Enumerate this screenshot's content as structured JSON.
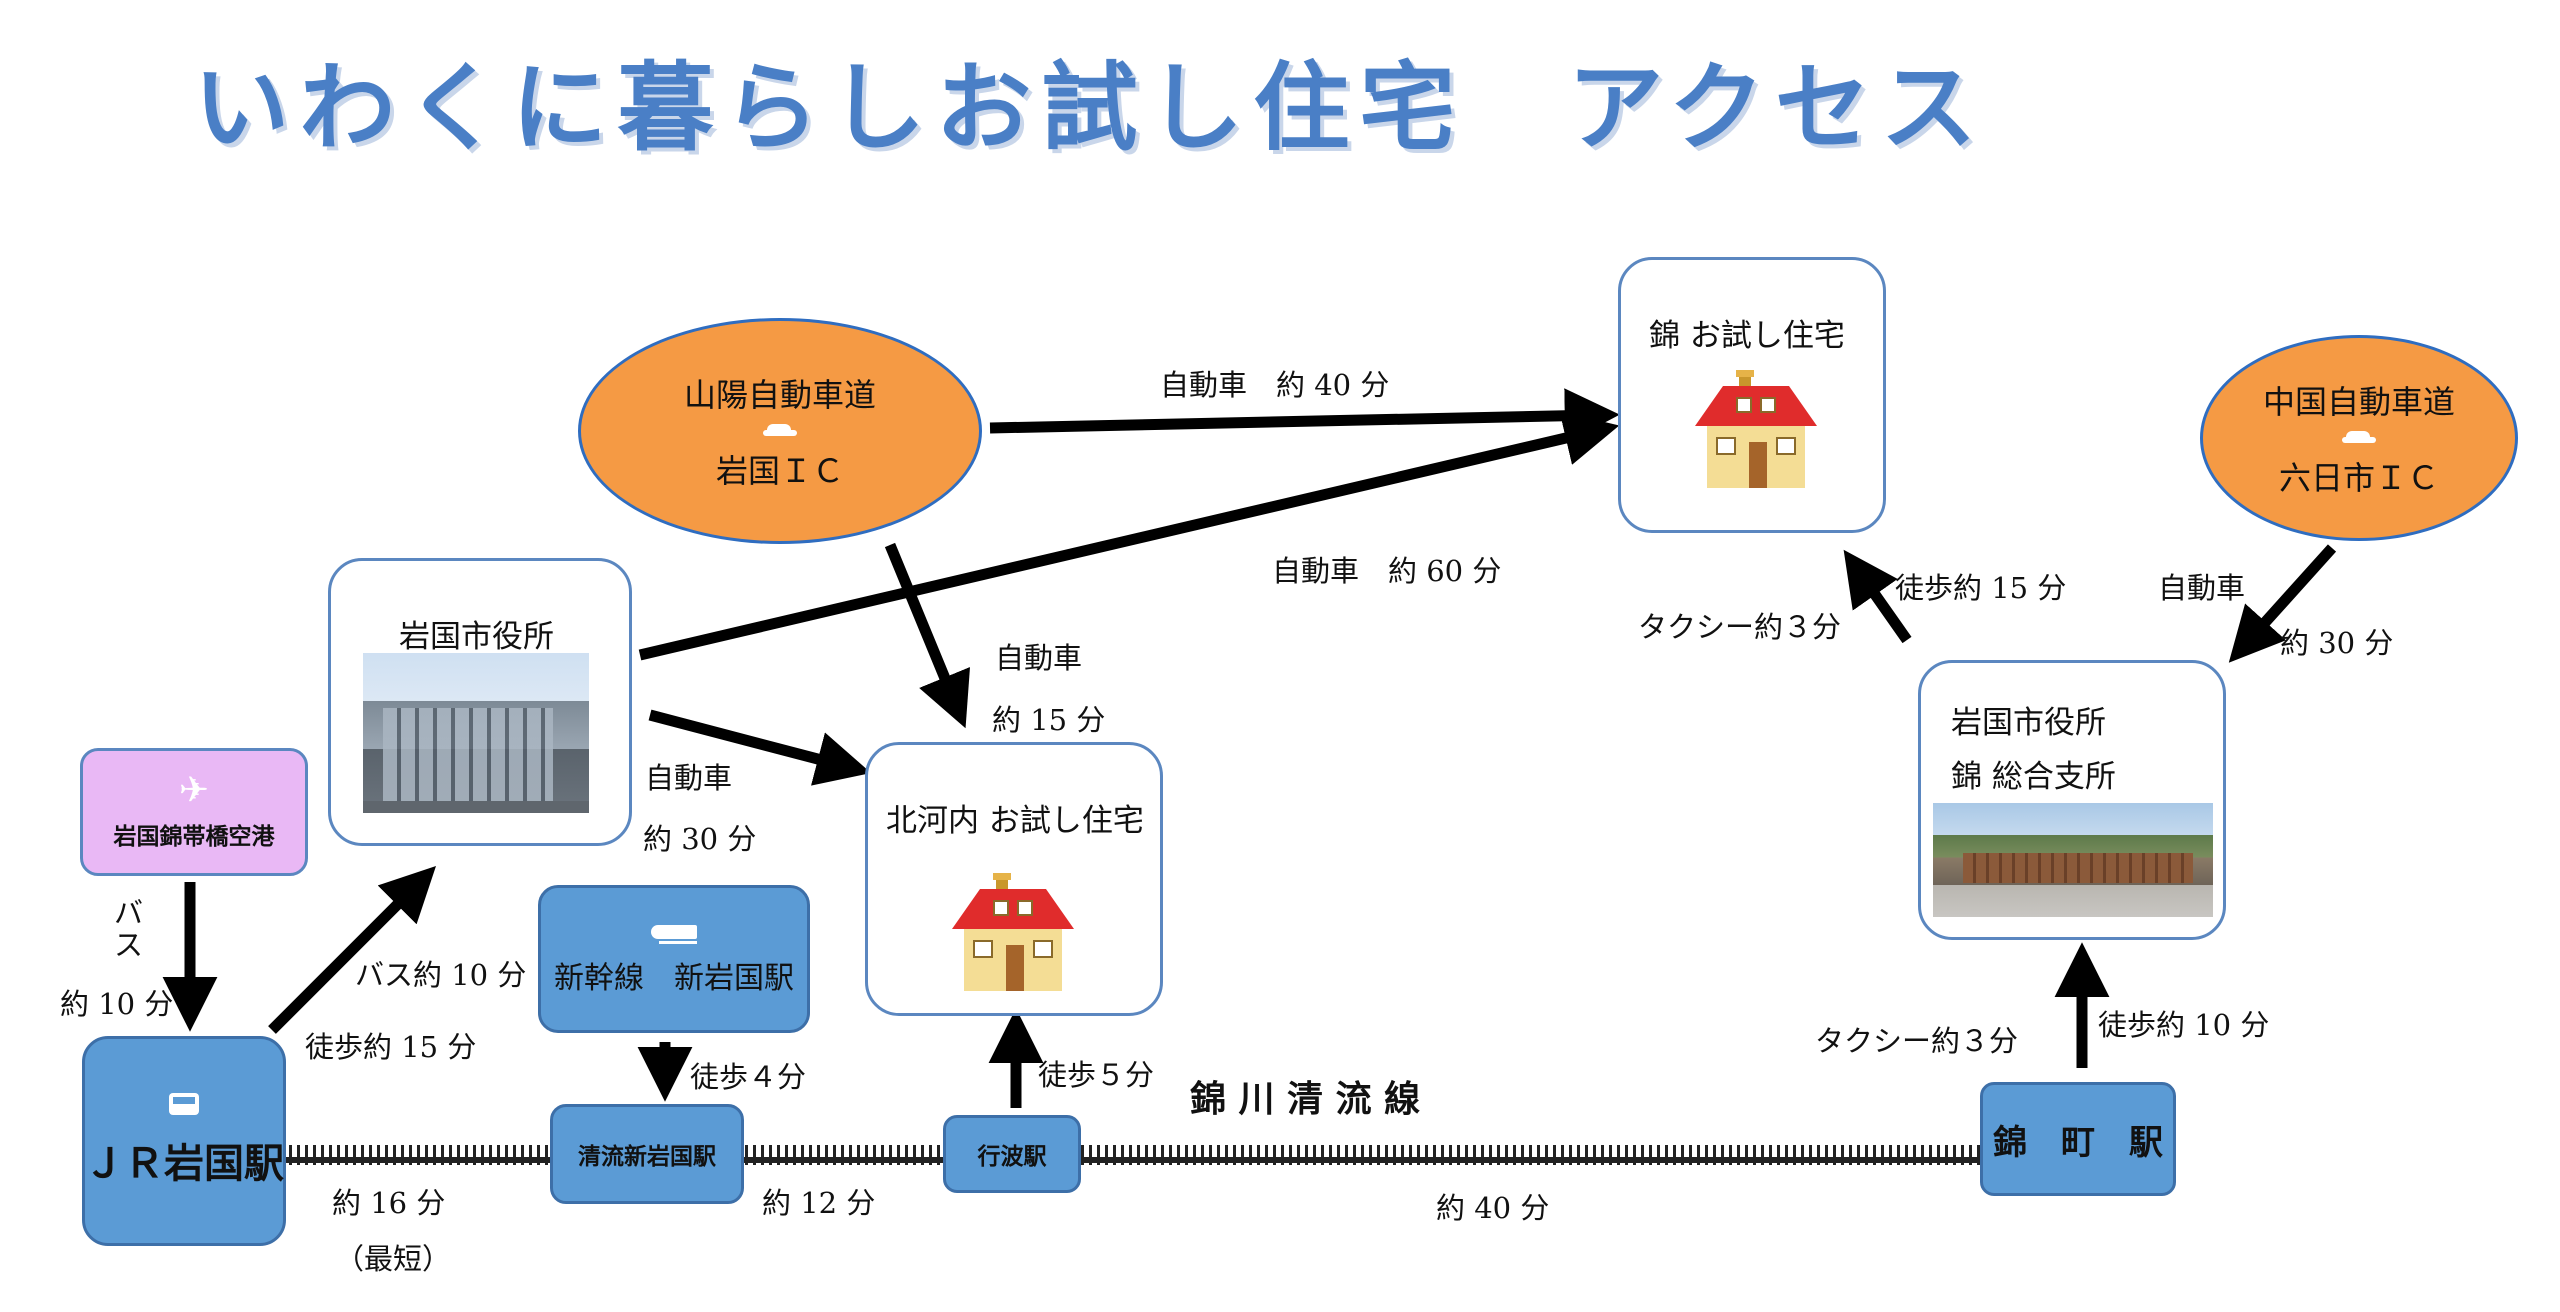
{
  "title": "いわくに暮らしお試し住宅",
  "title_suffix": "アクセス",
  "nodes": {
    "sanyo_ic": {
      "line1": "山陽自動車道",
      "line2": "岩国ＩＣ"
    },
    "chugoku_ic": {
      "line1": "中国自動車道",
      "line2": "六日市ＩＣ"
    },
    "city_hall": {
      "label": "岩国市役所"
    },
    "airport": {
      "label": "岩国錦帯橋空港"
    },
    "jr_iwakuni": {
      "label": "ＪＲ岩国駅"
    },
    "shinkansen": {
      "label": "新幹線　新岩国駅"
    },
    "seiryu_shiniwakuni": {
      "label": "清流新岩国駅"
    },
    "yukinami": {
      "label": "行波駅"
    },
    "nishikicho": {
      "label": "錦　町　駅"
    },
    "kitagochi_house": {
      "label": "北河内 お試し住宅"
    },
    "nishiki_house": {
      "label": "錦 お試し住宅"
    },
    "nishiki_branch": {
      "line1": "岩国市役所",
      "line2": "錦 総合支所"
    }
  },
  "labels": {
    "car40": "自動車　約 40 分",
    "car60": "自動車　約 60 分",
    "car_kita_1": "自動車",
    "car_kita_2": "約 15 分",
    "car30_1": "自動車",
    "car30_2": "約 30 分",
    "bus_airport_1": "バ",
    "bus_airport_2": "ス",
    "bus_airport_3": "約 10 分",
    "bus10": "バス約 10 分",
    "walk15_jr": "徒歩約 15 分",
    "walk4": "徒歩４分",
    "walk5": "徒歩５分",
    "line_name": "錦 川 清 流 線",
    "rail16": "約 16 分",
    "rail16_note": "（最短）",
    "rail12": "約 12 分",
    "rail40": "約 40 分",
    "walk15_nishiki": "徒歩約 15 分",
    "taxi3_top": "タクシー約３分",
    "car_chugoku_1": "自動車",
    "car_chugoku_2": "約 30 分",
    "taxi3_bottom": "タクシー約３分",
    "walk10": "徒歩約 10 分"
  },
  "colors": {
    "title": "#4a7fc6",
    "ic_oval": "#f59a44",
    "station": "#5b9bd5",
    "airport": "#e9b8f5",
    "border": "#5b87c0"
  }
}
